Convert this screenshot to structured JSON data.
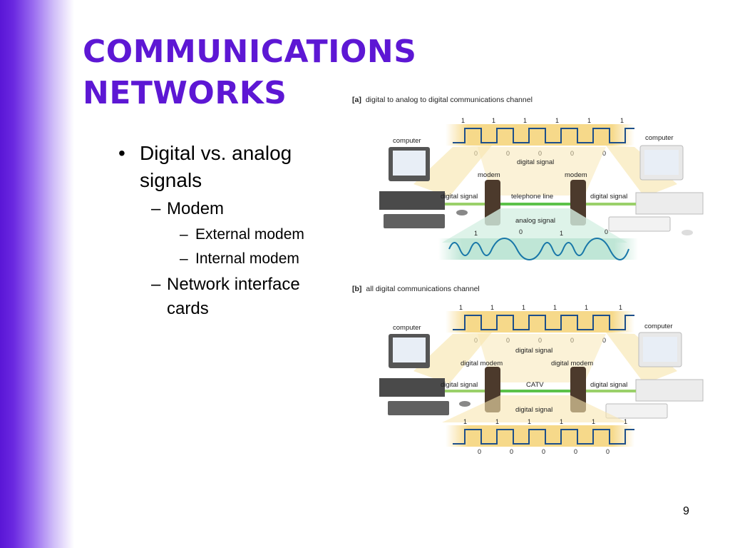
{
  "slide": {
    "title_lines": [
      "COMMUNICATIONS",
      "NETWORKS"
    ],
    "page_number": "9"
  },
  "bullets": {
    "b1": "Digital vs. analog signals",
    "b2_modem": "Modem",
    "b3_external": "External modem",
    "b3_internal": "Internal modem",
    "b2_nic": "Network interface cards"
  },
  "figure_a": {
    "tag": "[a]",
    "caption": "digital to analog to digital communications channel",
    "computer_left": "computer",
    "computer_right": "computer",
    "bits": [
      "1",
      "1",
      "1",
      "1",
      "1",
      "1"
    ],
    "zeros": [
      "0",
      "0",
      "0",
      "0",
      "0"
    ],
    "digital_signal_top": "digital signal",
    "modem_left": "modem",
    "modem_right": "modem",
    "digital_signal_left": "digital signal",
    "digital_signal_right": "digital signal",
    "line_label": "telephone line",
    "analog_signal": "analog signal",
    "analog_bits": [
      "1",
      "0",
      "1",
      "0"
    ]
  },
  "figure_b": {
    "tag": "[b]",
    "caption": "all digital communications channel",
    "computer_left": "computer",
    "computer_right": "computer",
    "bits": [
      "1",
      "1",
      "1",
      "1",
      "1",
      "1"
    ],
    "zeros": [
      "0",
      "0",
      "0",
      "0",
      "0"
    ],
    "digital_signal_top": "digital signal",
    "modem_left": "digital modem",
    "modem_right": "digital modem",
    "digital_signal_left": "digital signal",
    "digital_signal_right": "digital signal",
    "line_label": "CATV",
    "digital_signal_bottom": "digital signal",
    "bottom_bits": [
      "1",
      "1",
      "1",
      "1",
      "1",
      "1"
    ],
    "bottom_zeros": [
      "0",
      "0",
      "0",
      "0",
      "0"
    ]
  },
  "colors": {
    "title": "#5d17d4",
    "accent_bar": "#5a16d6",
    "signal_band": "#f6d98a",
    "signal_wave": "#1d4f8a",
    "analog_band": "#bfe6d6",
    "analog_wave": "#1877a8",
    "cable_green": "#5cc24a"
  }
}
